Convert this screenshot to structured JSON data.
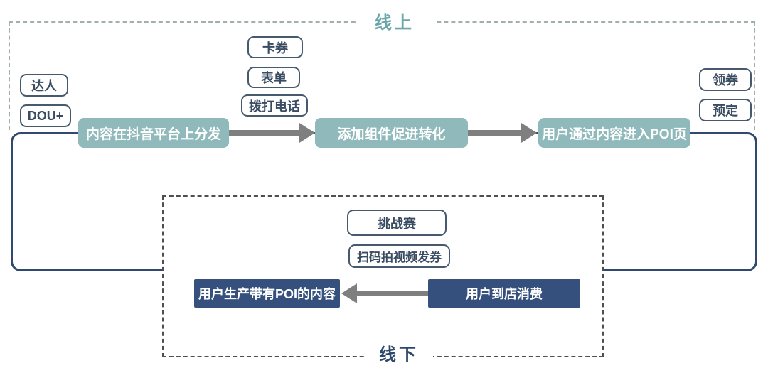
{
  "online": {
    "title": "线上"
  },
  "offline": {
    "title": "线下"
  },
  "left_tags": [
    "达人",
    "DOU+"
  ],
  "component_tags": [
    "卡券",
    "表单",
    "拨打电话"
  ],
  "right_tags": [
    "领券",
    "预定"
  ],
  "main_flow": {
    "step1": "内容在抖音平台上分发",
    "step2": "添加组件促进转化",
    "step3": "用户通过内容进入POI页"
  },
  "offline_tags": [
    "挑战赛",
    "扫码拍视频发券"
  ],
  "offline_flow": {
    "left": "用户生产带有POI的内容",
    "right": "用户到店消费"
  },
  "colors": {
    "teal_box": "#8fb9bb",
    "navy_box": "#35507d",
    "loop_line": "#2f4a6e",
    "online_title": "#6ba6ab",
    "offline_title": "#2e486b",
    "arrow": "#7f7f7f",
    "online_border": "#a2b0ad",
    "offline_border": "#4f4f4f",
    "tag_border": "#47596e"
  }
}
